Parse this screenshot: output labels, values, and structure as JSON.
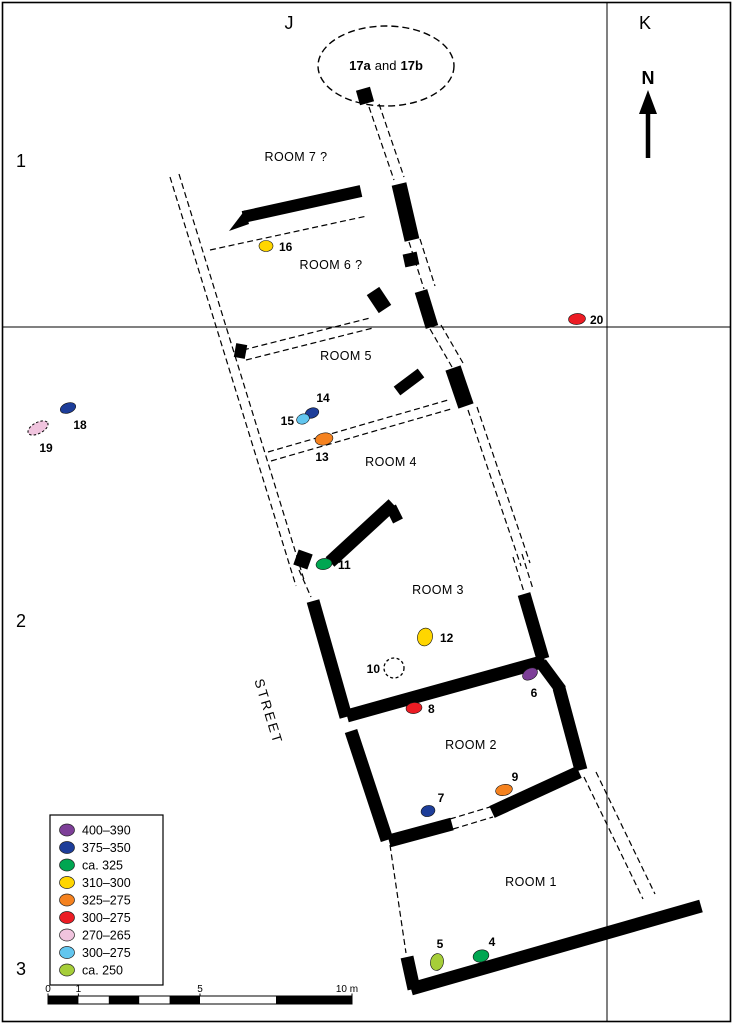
{
  "grid": {
    "columns": [
      {
        "label": "J"
      },
      {
        "label": "K"
      }
    ],
    "rows": [
      {
        "label": "1"
      },
      {
        "label": "2"
      },
      {
        "label": "3"
      }
    ]
  },
  "north_arrow": {
    "label": "N"
  },
  "feature_17": {
    "part_a": "17a",
    "conj": "and",
    "part_b": "17b"
  },
  "street_label": "STREET",
  "rooms": [
    {
      "name": "ROOM 7 ?"
    },
    {
      "name": "ROOM 6 ?"
    },
    {
      "name": "ROOM 5"
    },
    {
      "name": "ROOM 4"
    },
    {
      "name": "ROOM 3"
    },
    {
      "name": "ROOM 2"
    },
    {
      "name": "ROOM 1"
    }
  ],
  "finds": [
    {
      "id": "4",
      "color": "#00A651"
    },
    {
      "id": "5",
      "color": "#A6CE39"
    },
    {
      "id": "6",
      "color": "#7D3F98"
    },
    {
      "id": "7",
      "color": "#1D3D99"
    },
    {
      "id": "8",
      "color": "#EC1C24"
    },
    {
      "id": "9",
      "color": "#F5821F"
    },
    {
      "id": "10",
      "color": "#FFFFFF",
      "style": "dashed-outline"
    },
    {
      "id": "11",
      "color": "#00A651"
    },
    {
      "id": "12",
      "color": "#FFD600"
    },
    {
      "id": "13",
      "color": "#F5821F"
    },
    {
      "id": "14",
      "color": "#1D3D99"
    },
    {
      "id": "15",
      "color": "#62C6EF"
    },
    {
      "id": "16",
      "color": "#FFD600"
    },
    {
      "id": "18",
      "color": "#1D3D99"
    },
    {
      "id": "19",
      "color": "#F0C4DE",
      "style": "dashed-outline"
    },
    {
      "id": "20",
      "color": "#EC1C24"
    }
  ],
  "legend": {
    "items": [
      {
        "label": "400–390",
        "color": "#7D3F98"
      },
      {
        "label": "375–350",
        "color": "#1D3D99"
      },
      {
        "label": "ca. 325",
        "color": "#00A651"
      },
      {
        "label": "310–300",
        "color": "#FFD600"
      },
      {
        "label": "325–275",
        "color": "#F5821F"
      },
      {
        "label": "300–275",
        "color": "#EC1C24"
      },
      {
        "label": "270–265",
        "color": "#F0C4DE"
      },
      {
        "label": "300–275",
        "color": "#62C6EF"
      },
      {
        "label": "ca. 250",
        "color": "#A6CE39"
      }
    ]
  },
  "scale_bar": {
    "labels": [
      "0",
      "1",
      "5",
      "10 m"
    ]
  }
}
